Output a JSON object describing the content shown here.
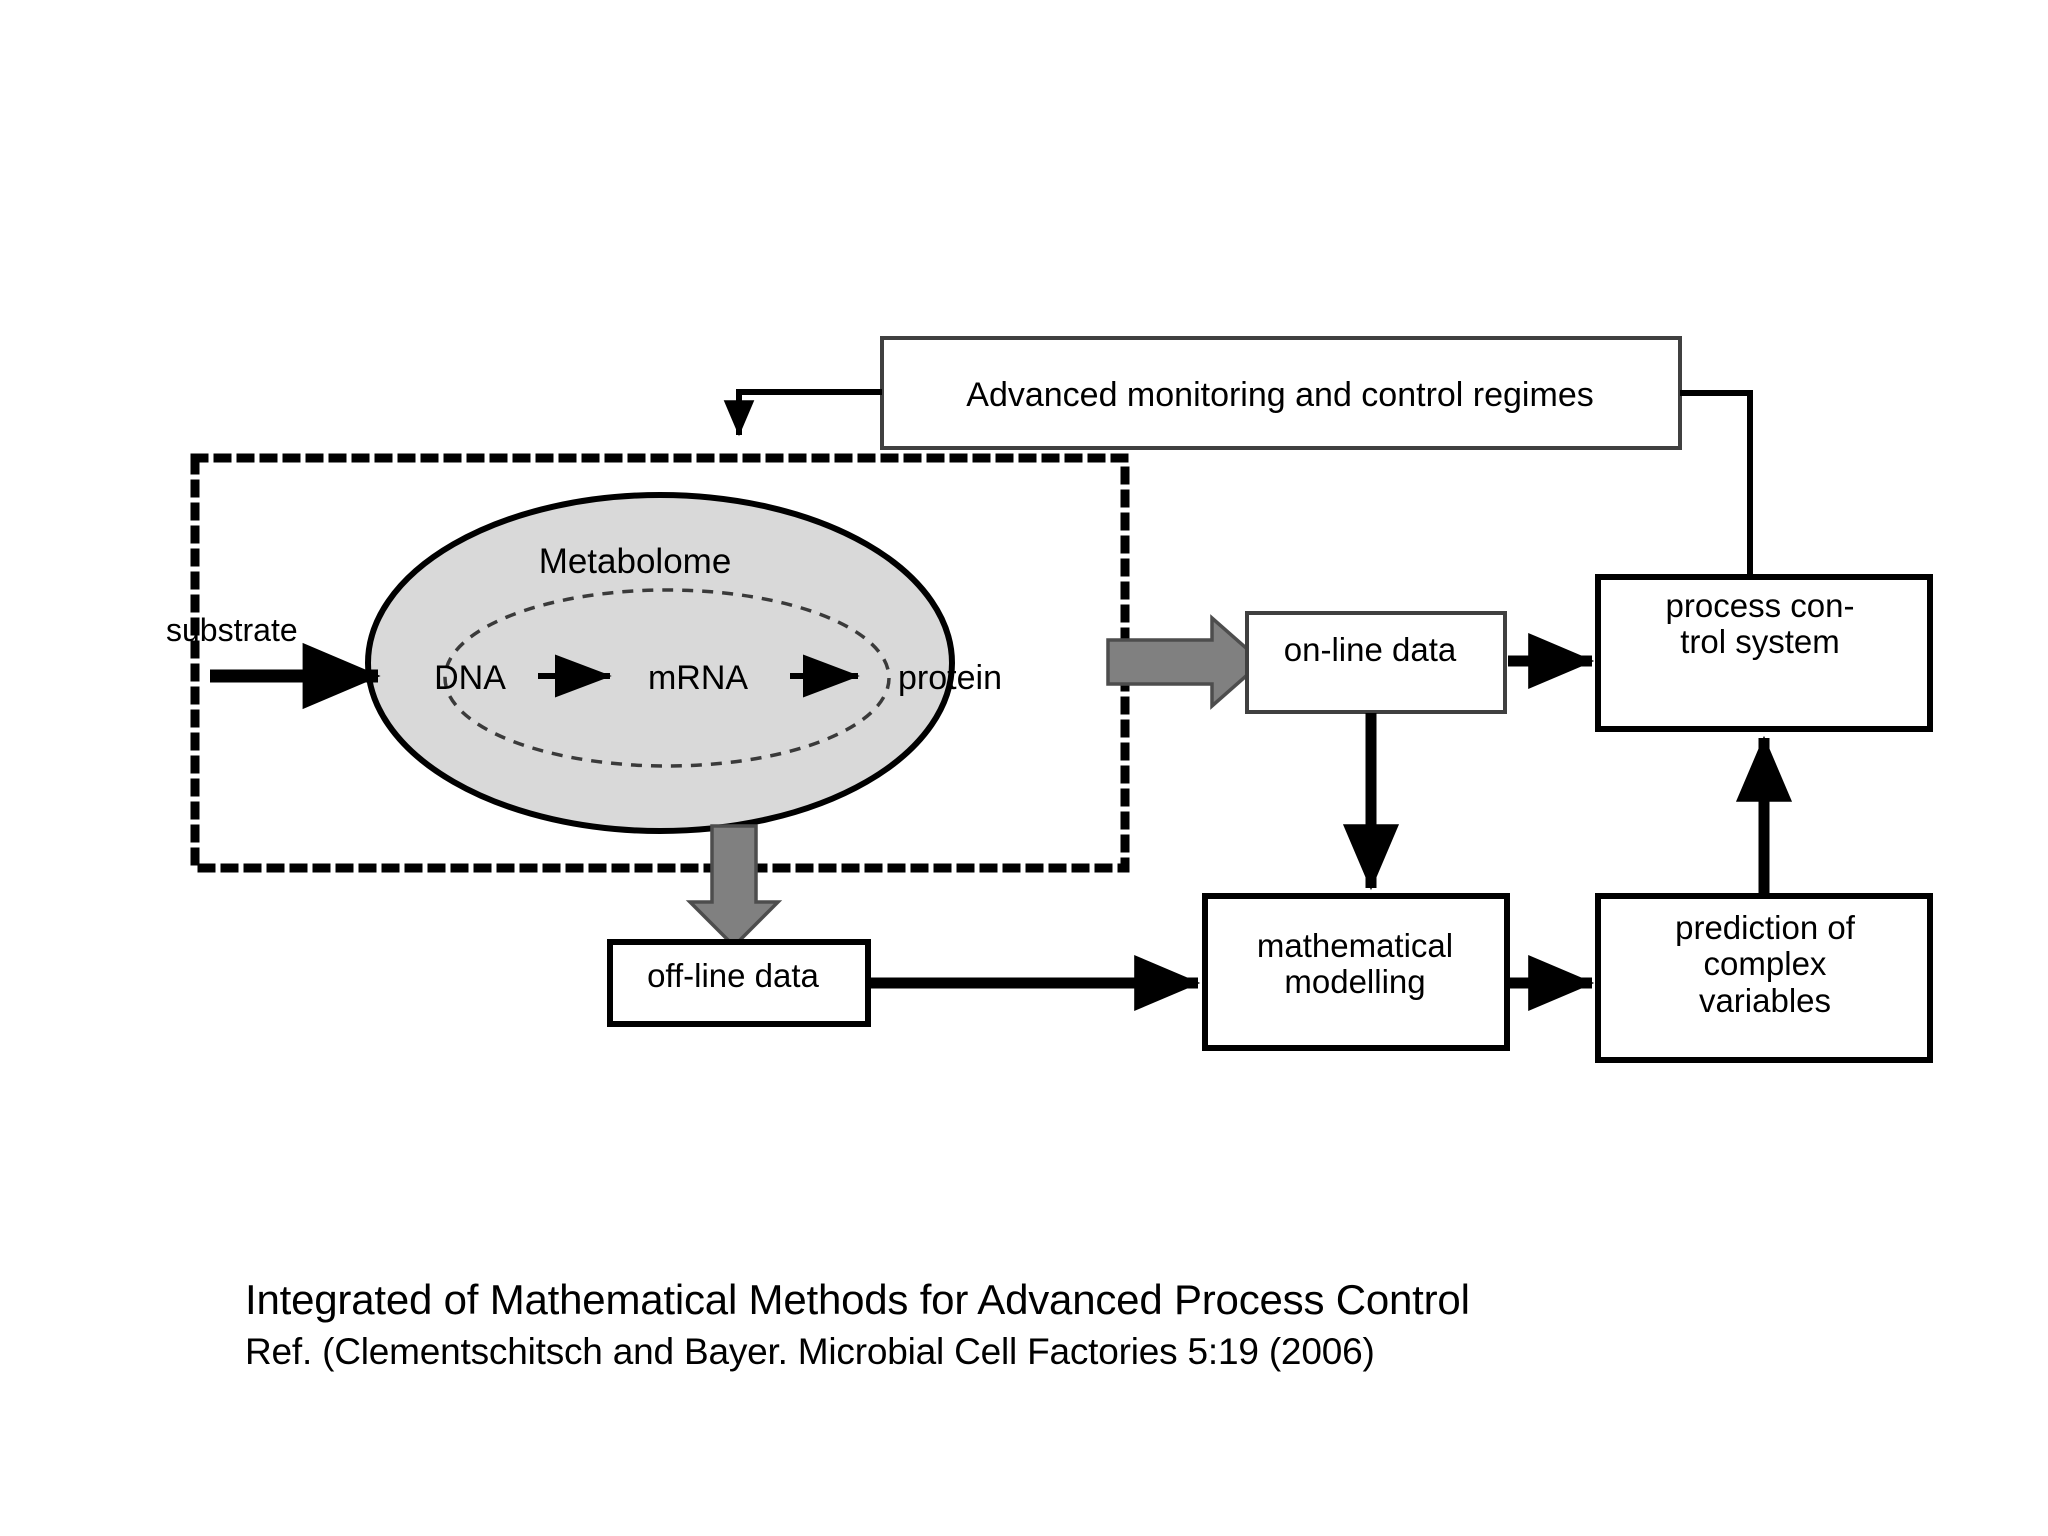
{
  "diagram": {
    "title": "Advanced monitoring and control process diagram",
    "colors": {
      "stroke": "#000000",
      "box_fill": "#ffffff",
      "ellipse_fill": "#d9d9d9",
      "block_arrow_fill": "#808080",
      "block_arrow_stroke": "#4d4d4d",
      "background": "#ffffff"
    },
    "boxes": {
      "advanced": "Advanced monitoring and control regimes",
      "online_data": "on-line data",
      "process_control": "process con-\ntrol system",
      "offline_data": "off-line data",
      "mathematical_modelling": "mathematical\nmodelling",
      "prediction": "prediction of\ncomplex\nvariables"
    },
    "cell": {
      "metabolome": "Metabolome",
      "substrate": "substrate",
      "central_dogma": [
        "DNA",
        "mRNA",
        "protein"
      ]
    },
    "connections": [
      {
        "from": "advanced",
        "to": "bioreactor-boundary",
        "style": "solid-arrow"
      },
      {
        "from": "advanced",
        "to": "process_control",
        "style": "solid-line"
      },
      {
        "from": "substrate",
        "to": "metabolome",
        "style": "solid-arrow"
      },
      {
        "from": "DNA",
        "to": "mRNA",
        "style": "solid-arrow"
      },
      {
        "from": "mRNA",
        "to": "protein",
        "style": "solid-arrow"
      },
      {
        "from": "metabolome",
        "to": "online_data",
        "style": "block-arrow"
      },
      {
        "from": "metabolome",
        "to": "offline_data",
        "style": "block-arrow"
      },
      {
        "from": "online_data",
        "to": "process_control",
        "style": "solid-arrow"
      },
      {
        "from": "online_data",
        "to": "mathematical_modelling",
        "style": "solid-arrow"
      },
      {
        "from": "offline_data",
        "to": "mathematical_modelling",
        "style": "solid-arrow"
      },
      {
        "from": "mathematical_modelling",
        "to": "prediction",
        "style": "solid-arrow"
      },
      {
        "from": "prediction",
        "to": "process_control",
        "style": "solid-arrow"
      }
    ]
  },
  "caption": {
    "title": "Integrated of Mathematical Methods for Advanced Process Control",
    "reference": "Ref. (Clementschitsch and Bayer. Microbial Cell Factories 5:19 (2006)"
  }
}
